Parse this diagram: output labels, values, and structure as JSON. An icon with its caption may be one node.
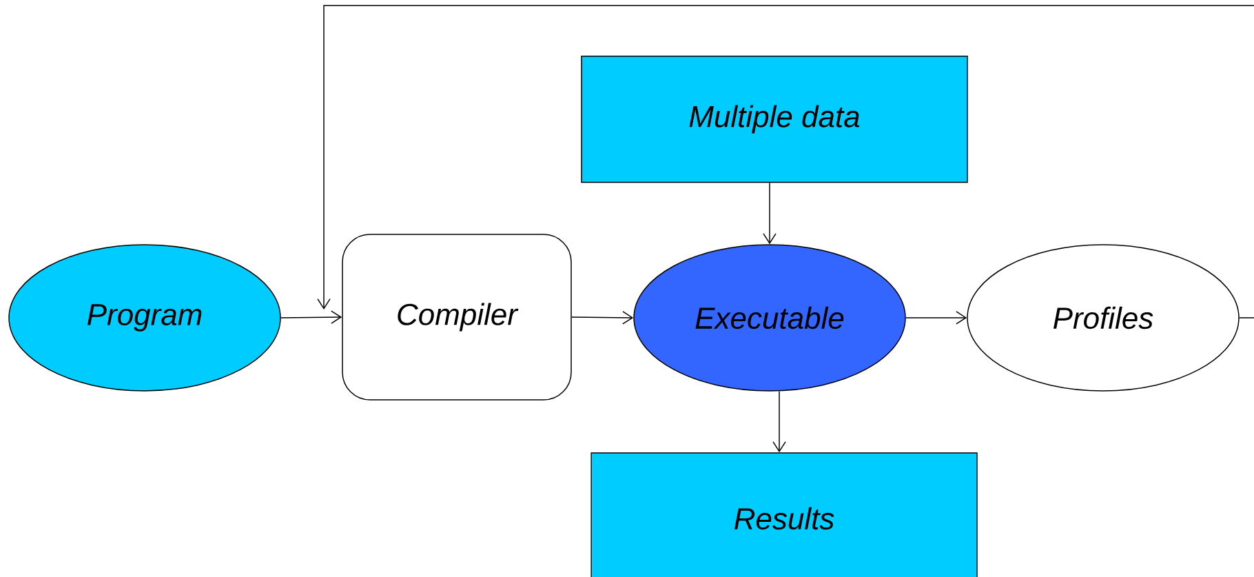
{
  "diagram": {
    "nodes": [
      {
        "text": [
          "Program"
        ]
      },
      {
        "text": [
          "Compiler"
        ]
      },
      {
        "text": [
          "Multiple data"
        ]
      },
      {
        "text": [
          "Executable"
        ]
      },
      {
        "text": [
          "Profiles"
        ]
      },
      {
        "text": [
          "Results"
        ]
      }
    ],
    "edges": [
      {
        "from": 0,
        "to": 1,
        "arrow": "to"
      },
      {
        "from": 1,
        "to": 3,
        "arrow": "to"
      },
      {
        "from": 2,
        "to": 3,
        "arrow": "to"
      },
      {
        "from": 3,
        "to": 4,
        "arrow": "to"
      },
      {
        "from": 3,
        "to": 5,
        "arrow": "to"
      },
      {
        "from": 4,
        "to": 1,
        "arrow": "to"
      }
    ]
  }
}
